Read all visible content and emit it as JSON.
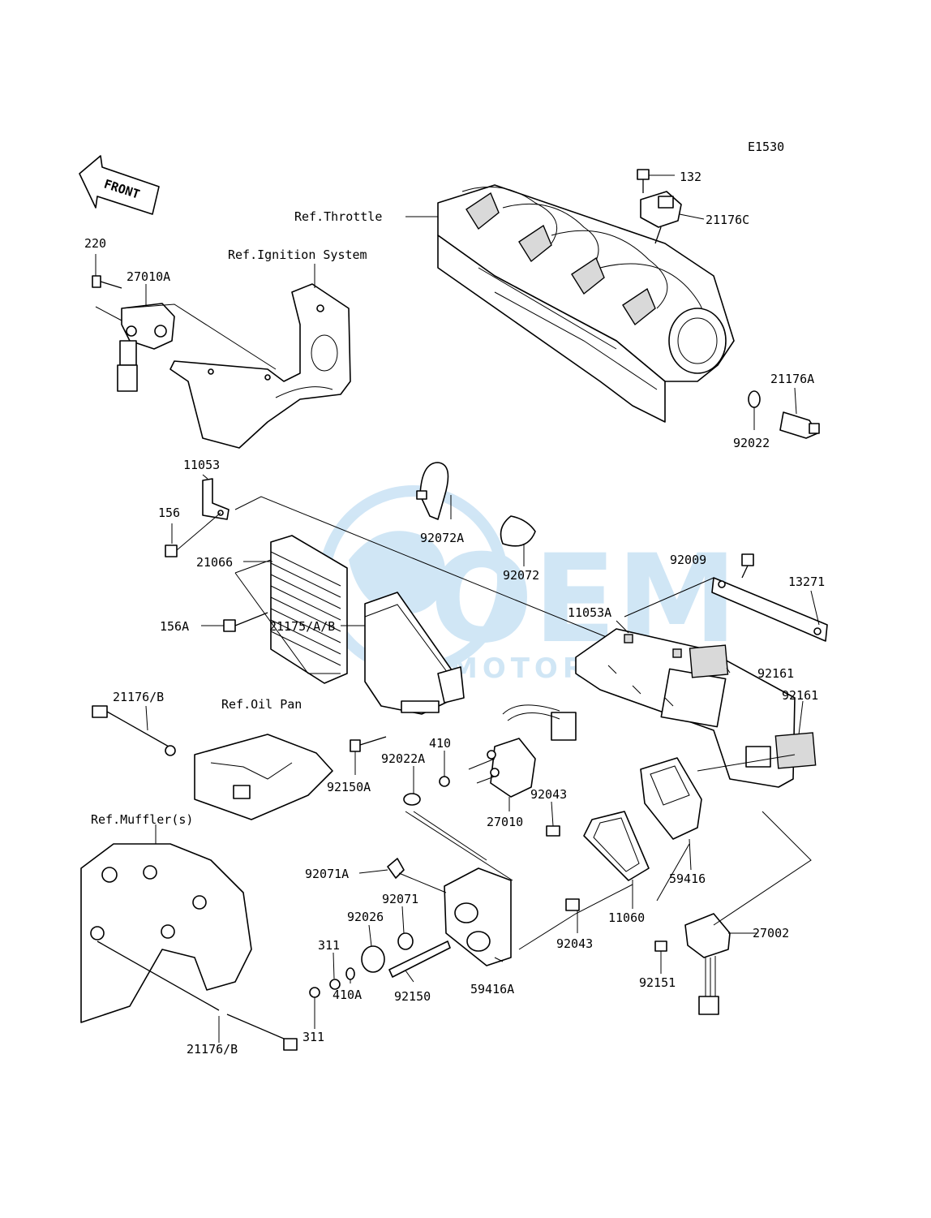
{
  "diagram_code": "E1530",
  "front_label": "FRONT",
  "watermark": {
    "brand": "OEM",
    "sub": "MOTORPARTS",
    "color": "#2f8fd6"
  },
  "references": {
    "throttle": "Ref.Throttle",
    "ignition": "Ref.Ignition System",
    "oil_pan": "Ref.Oil Pan",
    "muffler": "Ref.Muffler(s)"
  },
  "parts": {
    "p132": "132",
    "p21176C": "21176C",
    "p220": "220",
    "p27010A": "27010A",
    "p21176A": "21176A",
    "p92022": "92022",
    "p11053": "11053",
    "p156": "156",
    "p21066": "21066",
    "p92072A": "92072A",
    "p92072": "92072",
    "p92009": "92009",
    "p13271": "13271",
    "p11053A": "11053A",
    "p156A": "156A",
    "p21175AB": "21175/A/B",
    "p92161a": "92161",
    "p92161b": "92161",
    "p21176B_top": "21176/B",
    "p410": "410",
    "p92022A": "92022A",
    "p92150A": "92150A",
    "p92043a": "92043",
    "p27010": "27010",
    "p59416": "59416",
    "p92071A": "92071A",
    "p92071": "92071",
    "p92026": "92026",
    "p11060": "11060",
    "p27002": "27002",
    "p311a": "311",
    "p92043b": "92043",
    "p92151": "92151",
    "p410A": "410A",
    "p92150": "92150",
    "p59416A": "59416A",
    "p311b": "311",
    "p21176B_bottom": "21176/B"
  }
}
